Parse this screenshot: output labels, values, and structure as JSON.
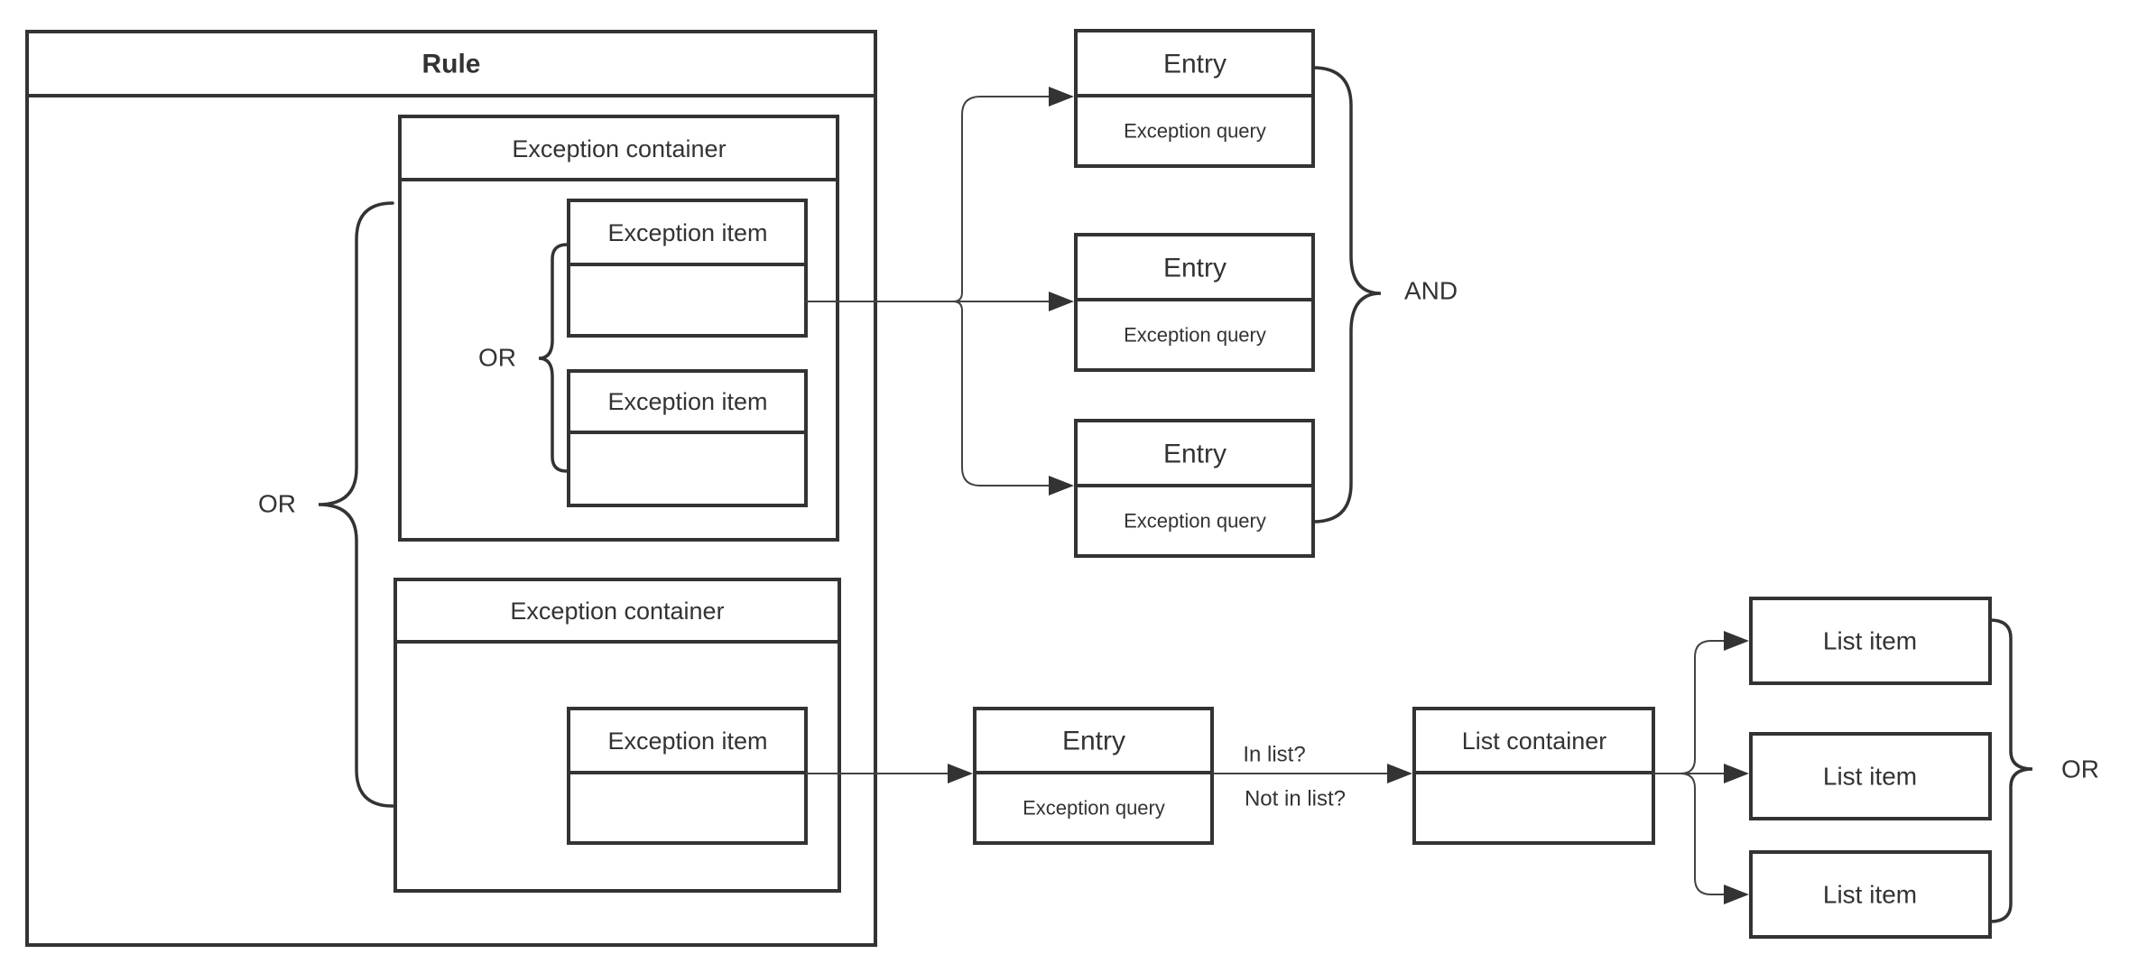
{
  "colors": {
    "background": "#ffffff",
    "stroke": "#333333",
    "connector": "#424242"
  },
  "rule": {
    "title": "Rule"
  },
  "exception_containers": [
    {
      "title": "Exception container"
    },
    {
      "title": "Exception container"
    }
  ],
  "exception_items": [
    {
      "title": "Exception item"
    },
    {
      "title": "Exception item"
    },
    {
      "title": "Exception item"
    }
  ],
  "entries": [
    {
      "title": "Entry",
      "subtitle": "Exception query"
    },
    {
      "title": "Entry",
      "subtitle": "Exception query"
    },
    {
      "title": "Entry",
      "subtitle": "Exception query"
    },
    {
      "title": "Entry",
      "subtitle": "Exception query"
    }
  ],
  "operators": {
    "outer": "OR",
    "inner": "OR",
    "entries": "AND",
    "list": "OR"
  },
  "edge_labels": {
    "in_list": "In list?",
    "not_in_list": "Not in list?"
  },
  "list_container": {
    "title": "List container"
  },
  "list_items": [
    {
      "title": "List item"
    },
    {
      "title": "List item"
    },
    {
      "title": "List item"
    }
  ]
}
